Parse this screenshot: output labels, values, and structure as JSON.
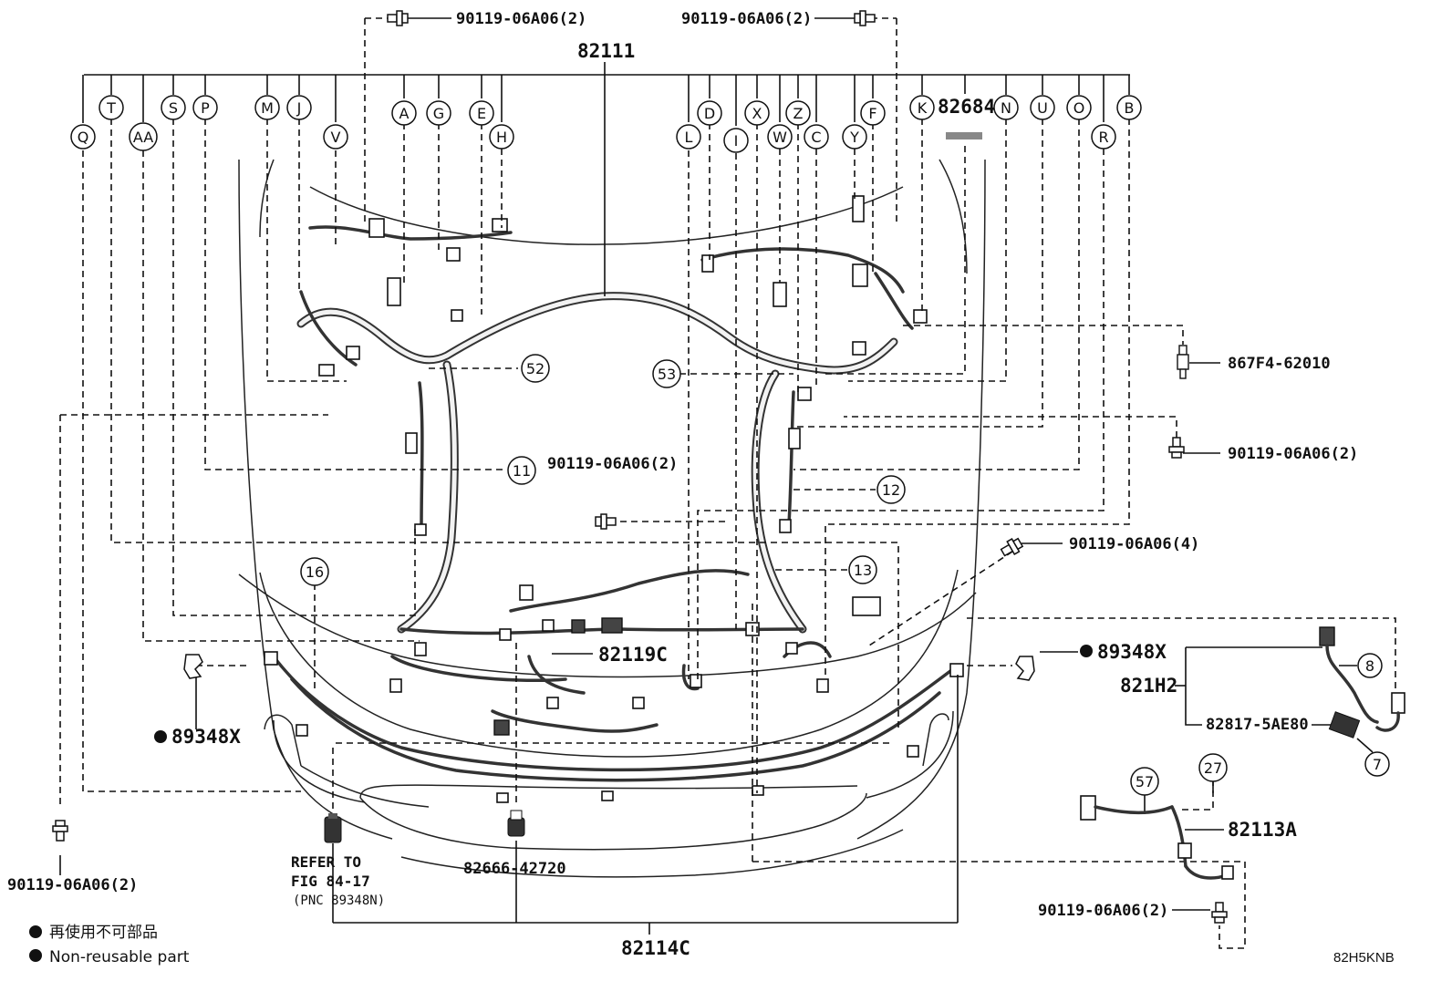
{
  "title_part": "82111",
  "letter_callouts": [
    "Q",
    "T",
    "AA",
    "S",
    "P",
    "M",
    "J",
    "V",
    "A",
    "G",
    "E",
    "H",
    "L",
    "D",
    "I",
    "X",
    "W",
    "Z",
    "C",
    "Y",
    "F",
    "K",
    "N",
    "U",
    "O",
    "R",
    "B"
  ],
  "number_callouts": [
    "52",
    "53",
    "11",
    "12",
    "13",
    "16",
    "8",
    "7",
    "57",
    "27"
  ],
  "part_labels": {
    "bolt_top_left": "90119-06A06(2)",
    "bolt_top_right": "90119-06A06(2)",
    "label_82684": "82684",
    "clip_867F4": "867F4-62010",
    "bolt_right_mid": "90119-06A06(2)",
    "bolt_center": "90119-06A06(2)",
    "bolt_right_4": "90119-06A06(4)",
    "harness_82119C": "82119C",
    "clip_89348X_right": "89348X",
    "clip_89348X_left": "89348X",
    "sub_821H2": "821H2",
    "sub_82817": "82817-5AE80",
    "sub_82113A": "82113A",
    "bolt_bottom_right": "90119-06A06(2)",
    "bolt_bottom_left": "90119-06A06(2)",
    "grommet_82666": "82666-42720",
    "harness_82114C": "82114C"
  },
  "reference_note": [
    "REFER TO",
    "FIG 84-17",
    "(PNC 89348N)"
  ],
  "legend": {
    "line_cn": "再使用不可部品",
    "line_en": "Non-reusable part"
  },
  "figure_code": "82H5KNB",
  "colors": {
    "ink": "#111111",
    "background": "#ffffff"
  }
}
